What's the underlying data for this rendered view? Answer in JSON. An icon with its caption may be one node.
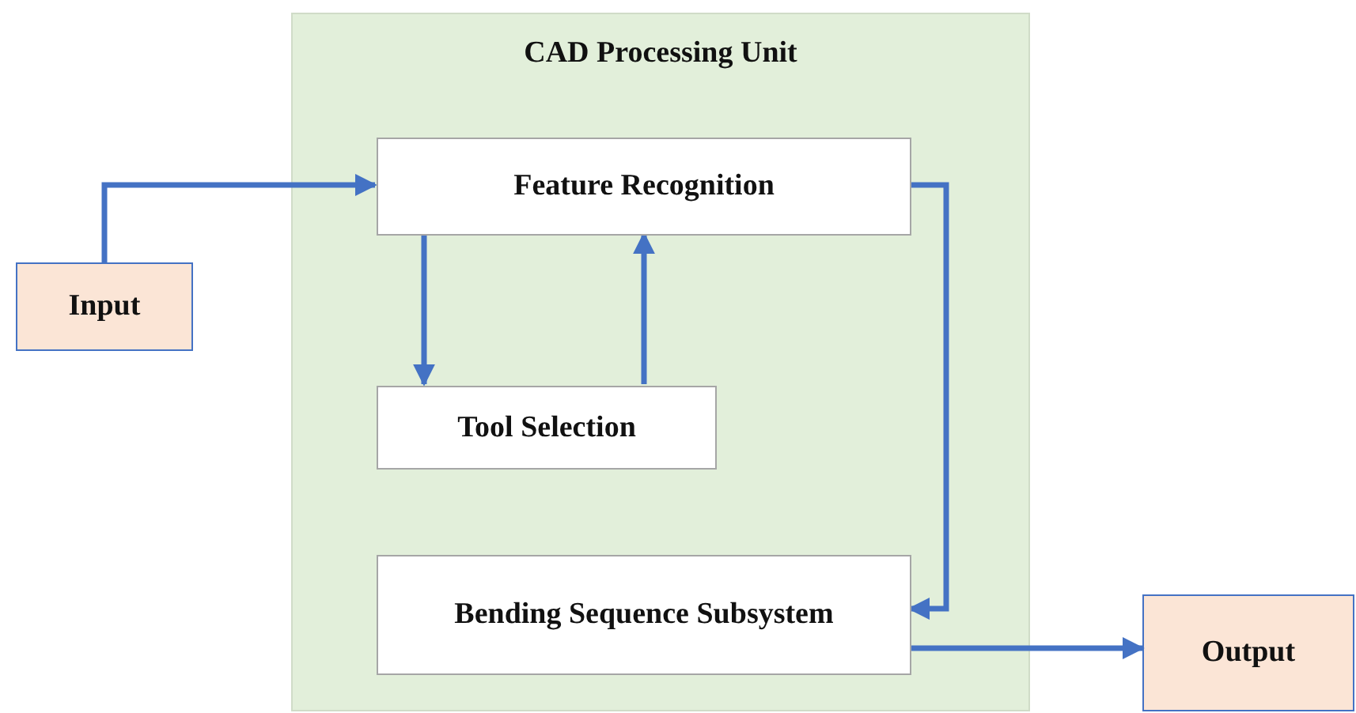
{
  "diagram": {
    "nodes": [
      {
        "text": [
          "CAD Processing Unit"
        ]
      },
      {
        "text": [
          "Input"
        ]
      },
      {
        "text": [
          "Feature Recognition"
        ],
        "in": 0
      },
      {
        "text": [
          "Tool Selection"
        ],
        "in": 0
      },
      {
        "text": [
          "Bending Sequence Subsystem"
        ],
        "in": 0
      },
      {
        "text": [
          "Output"
        ]
      }
    ],
    "edges": [
      {
        "from": 1,
        "to": 2,
        "arrow": "to"
      },
      {
        "from": 2,
        "to": 3,
        "arrow": "to"
      },
      {
        "from": 3,
        "to": 2,
        "arrow": "to"
      },
      {
        "from": 2,
        "to": 4,
        "arrow": "to"
      },
      {
        "from": 4,
        "to": 5,
        "arrow": "to"
      }
    ]
  }
}
